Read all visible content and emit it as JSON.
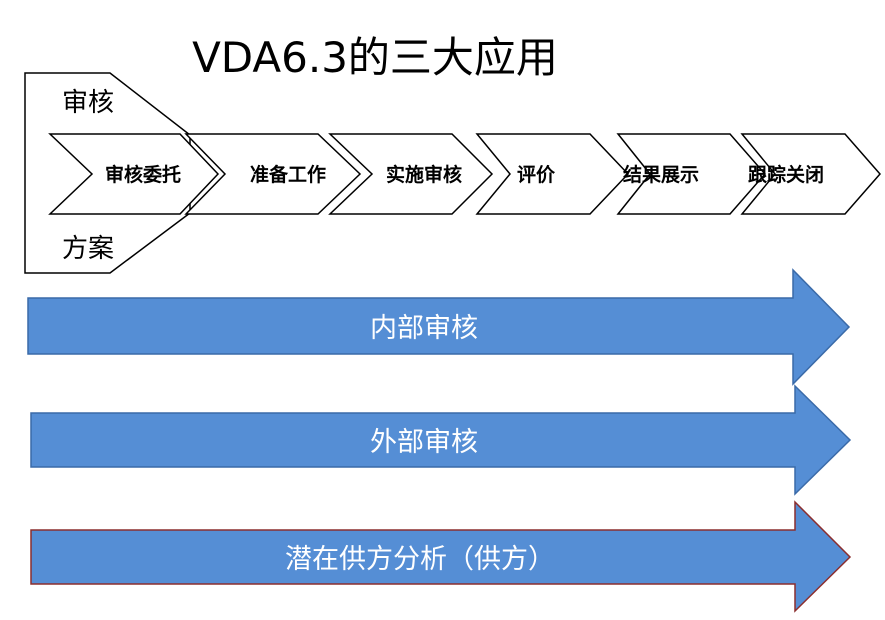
{
  "title": "VDA6.3的三大应用",
  "audit_plan": {
    "label_top": "审核",
    "label_bottom": "方案"
  },
  "process_steps": [
    {
      "label": "审核委托"
    },
    {
      "label": "准备工作"
    },
    {
      "label": "实施审核"
    },
    {
      "label": "评价"
    },
    {
      "label": "结果展示"
    },
    {
      "label": "跟踪关闭"
    }
  ],
  "applications": [
    {
      "label": "内部审核"
    },
    {
      "label": "外部审核"
    },
    {
      "label": "潜在供方分析（供方）"
    }
  ],
  "colors": {
    "band_fill": "#558ED5",
    "band_border_default": "#3A6AA8",
    "band_border_highlight": "#8B2E2E",
    "outline": "#000000"
  }
}
